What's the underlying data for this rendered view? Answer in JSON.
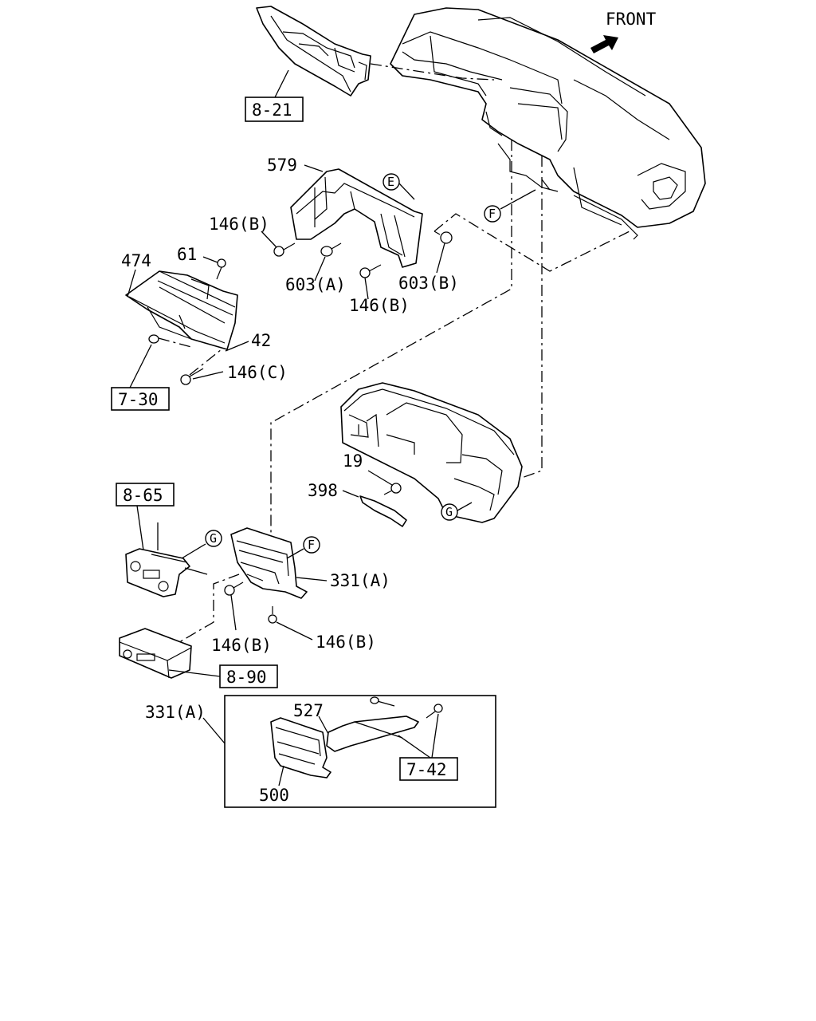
{
  "front_label": "FRONT",
  "refs": {
    "r_8_21": "8-21",
    "r_7_30": "7-30",
    "r_8_65": "8-65",
    "r_8_90": "8-90",
    "r_7_42": "7-42"
  },
  "parts": {
    "p579": "579",
    "p146b_top": "146(B)",
    "p603a": "603(A)",
    "p146b_mid": "146(B)",
    "p603b": "603(B)",
    "p61": "61",
    "p474": "474",
    "p42": "42",
    "p146c": "146(C)",
    "p19": "19",
    "p398": "398",
    "p331a": "331(A)",
    "p146b_left": "146(B)",
    "p146b_right": "146(B)",
    "p331a_inset": "331(A)",
    "p527": "527",
    "p500": "500"
  },
  "callouts": {
    "E": "E",
    "F_top": "F",
    "G_cluster": "G",
    "G_left": "G",
    "F_bezel": "F"
  }
}
